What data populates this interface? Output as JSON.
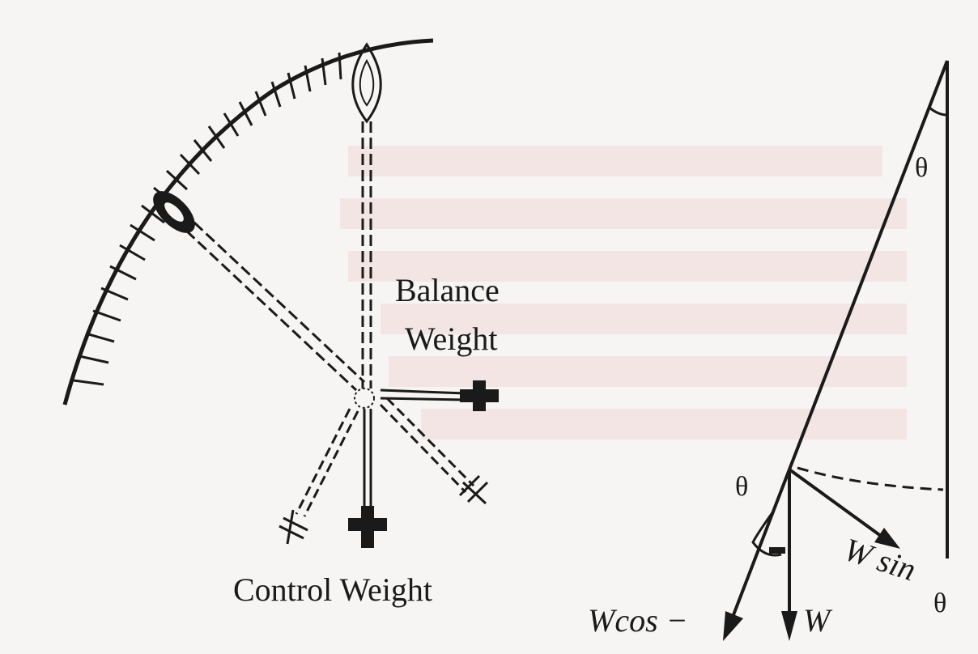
{
  "diagram": {
    "left_panel": {
      "balance_label_line1": "Balance",
      "balance_label_line2": "Weight",
      "control_label": "Control Weight"
    },
    "right_panel": {
      "theta_top": "θ",
      "theta_left": "θ",
      "theta_right": "θ",
      "w_sin_label": "W sin",
      "w_cos_label": "Wcos −",
      "w_label": "W"
    },
    "colors": {
      "ink": "#1a1a1a",
      "paper": "#f7f5f3",
      "bleed": "#e9c9c9"
    }
  }
}
